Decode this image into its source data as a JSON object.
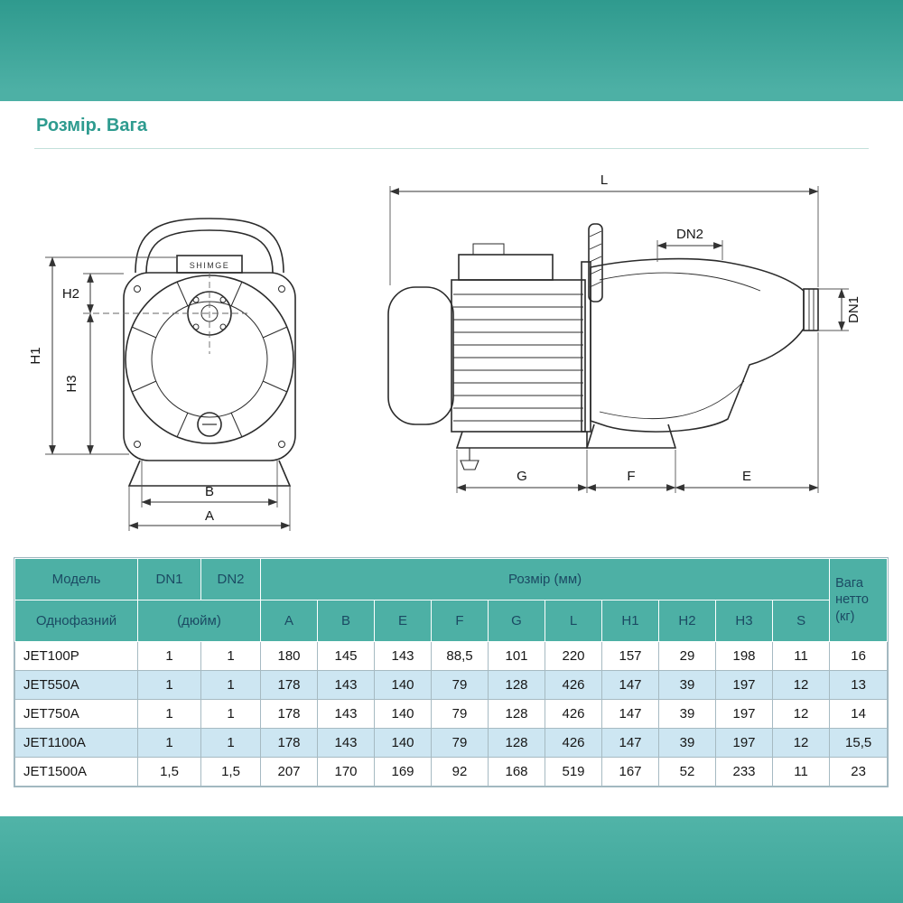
{
  "page": {
    "title": "Розмір. Вага"
  },
  "diagram": {
    "brand": "SHIMGE",
    "front": {
      "h1": "H1",
      "h2": "H2",
      "h3": "H3",
      "b": "B",
      "a": "A"
    },
    "side": {
      "l": "L",
      "dn1": "DN1",
      "dn2": "DN2",
      "g": "G",
      "f": "F",
      "e": "E"
    }
  },
  "table": {
    "header": {
      "model": "Модель",
      "model_sub": "Однофазний",
      "dn1": "DN1",
      "dn2": "DN2",
      "dn_unit": "(дюйм)",
      "size_group": "Розмір (мм)",
      "size_cols": [
        "A",
        "B",
        "E",
        "F",
        "G",
        "L",
        "H1",
        "H2",
        "H3",
        "S"
      ],
      "weight": "Вага нетто (кг)"
    },
    "rows": [
      {
        "model": "JET100P",
        "dn1": "1",
        "dn2": "1",
        "values": [
          "180",
          "145",
          "143",
          "88,5",
          "101",
          "220",
          "157",
          "29",
          "198",
          "11"
        ],
        "weight": "16"
      },
      {
        "model": "JET550A",
        "dn1": "1",
        "dn2": "1",
        "values": [
          "178",
          "143",
          "140",
          "79",
          "128",
          "426",
          "147",
          "39",
          "197",
          "12"
        ],
        "weight": "13"
      },
      {
        "model": "JET750A",
        "dn1": "1",
        "dn2": "1",
        "values": [
          "178",
          "143",
          "140",
          "79",
          "128",
          "426",
          "147",
          "39",
          "197",
          "12"
        ],
        "weight": "14"
      },
      {
        "model": "JET1100A",
        "dn1": "1",
        "dn2": "1",
        "values": [
          "178",
          "143",
          "140",
          "79",
          "128",
          "426",
          "147",
          "39",
          "197",
          "12"
        ],
        "weight": "15,5"
      },
      {
        "model": "JET1500A",
        "dn1": "1,5",
        "dn2": "1,5",
        "values": [
          "207",
          "170",
          "169",
          "92",
          "168",
          "519",
          "167",
          "52",
          "233",
          "11"
        ],
        "weight": "23"
      }
    ]
  }
}
